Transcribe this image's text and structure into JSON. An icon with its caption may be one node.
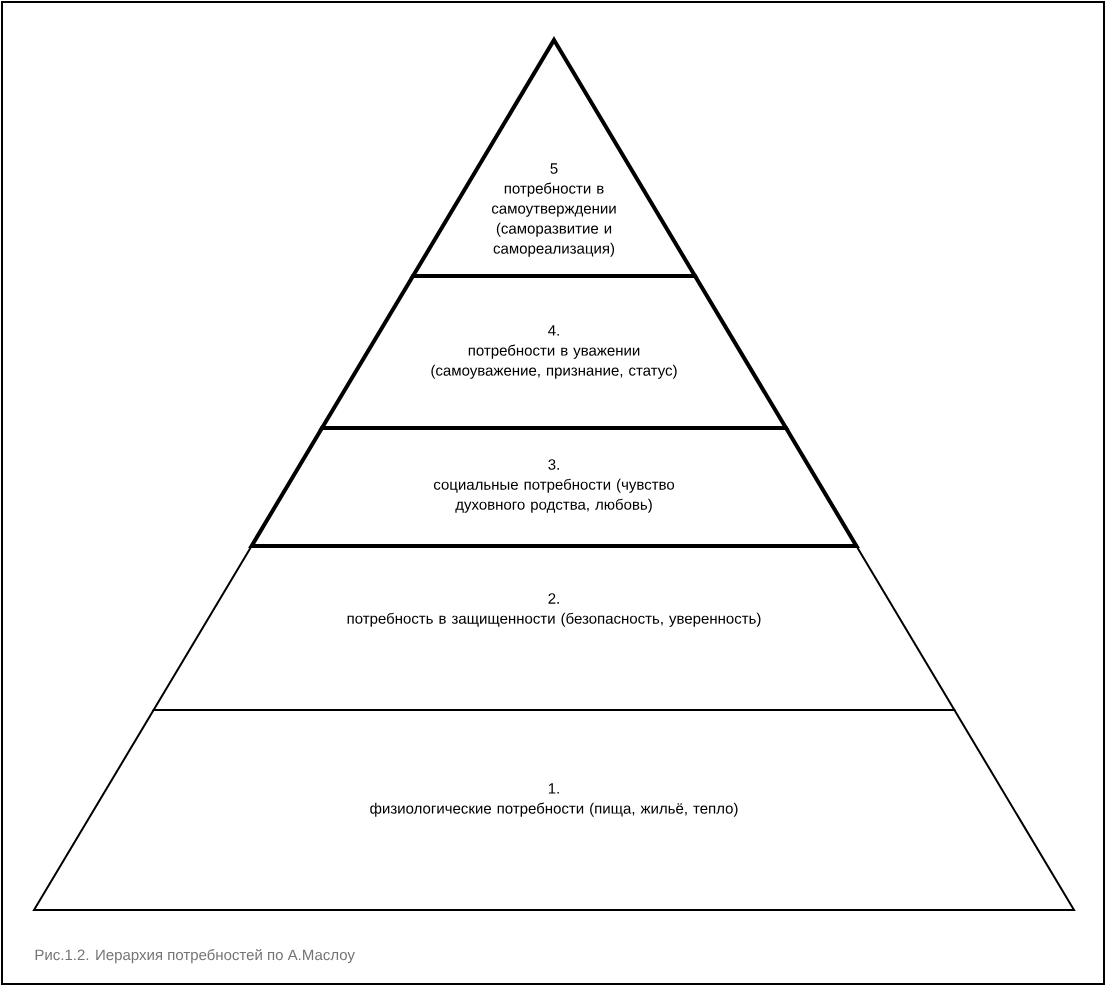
{
  "diagram": {
    "caption": "Рис.1.2. Иерархия потребностей по А.Маслоу",
    "nodes": [
      {
        "text": [
          "5",
          "потребности в самоутверждении (саморазвитие и самореализация)"
        ]
      },
      {
        "text": [
          "4.",
          "потребности в уважении (самоуважение, признание, статус)"
        ]
      },
      {
        "text": [
          "3.",
          "социальные потребности (чувство духовного родства, любовь)"
        ]
      },
      {
        "text": [
          "2.",
          "потребность в защищенности (безопасность, уверенность)"
        ]
      },
      {
        "text": [
          "1.",
          "физиологические потребности (пища, жильё, тепло)"
        ]
      }
    ]
  }
}
